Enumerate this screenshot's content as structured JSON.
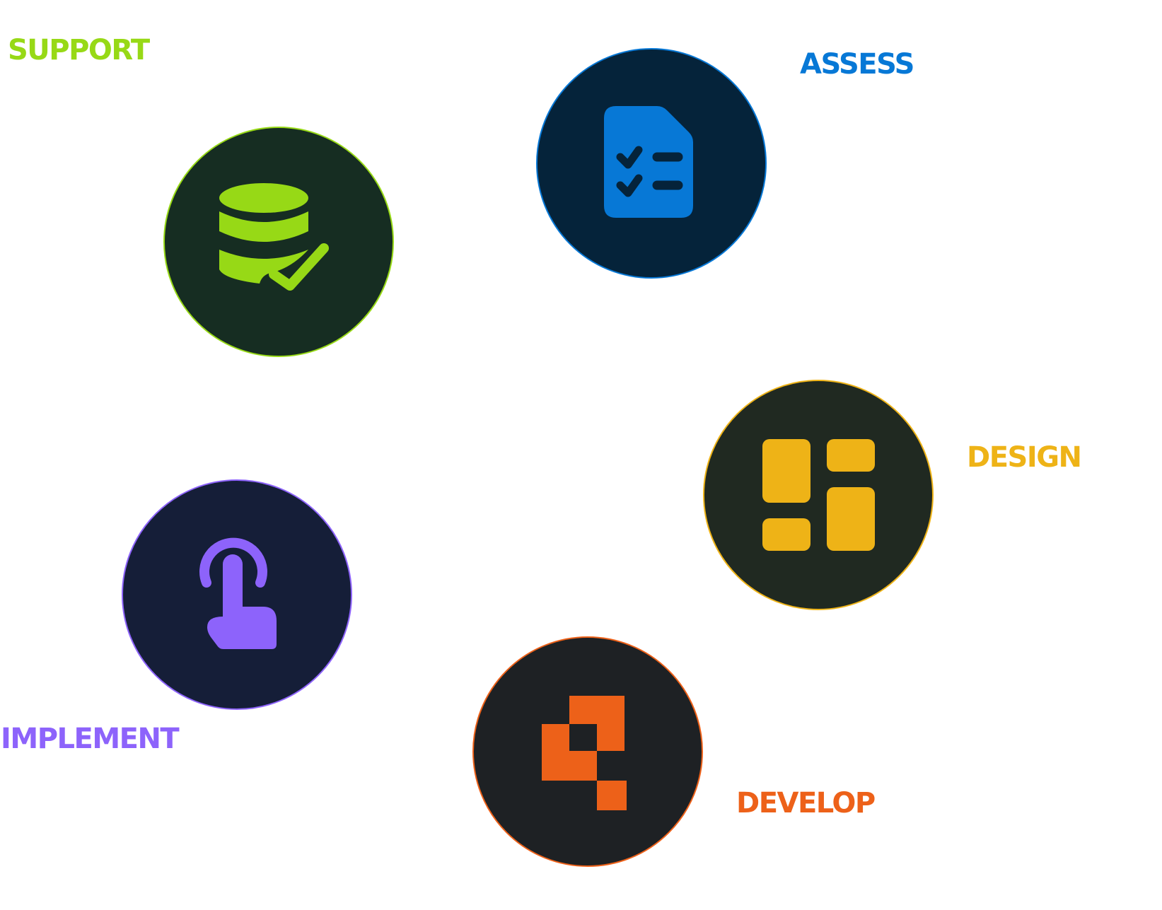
{
  "stages": {
    "support": {
      "label": "SUPPORT",
      "icon": "database-check-icon",
      "color": "#97d916",
      "bg": "#162d22"
    },
    "assess": {
      "label": "ASSESS",
      "icon": "checklist-document-icon",
      "color": "#0778d6",
      "bg": "#05233a"
    },
    "design": {
      "label": "DESIGN",
      "icon": "layout-grid-icon",
      "color": "#eeb317",
      "bg": "#202921"
    },
    "implement": {
      "label": "IMPLEMENT",
      "icon": "tap-finger-icon",
      "color": "#8d63fb",
      "bg": "#151e38"
    },
    "develop": {
      "label": "DEVELOP",
      "icon": "pixel-blocks-icon",
      "color": "#ed6119",
      "bg": "#1e2124"
    }
  }
}
